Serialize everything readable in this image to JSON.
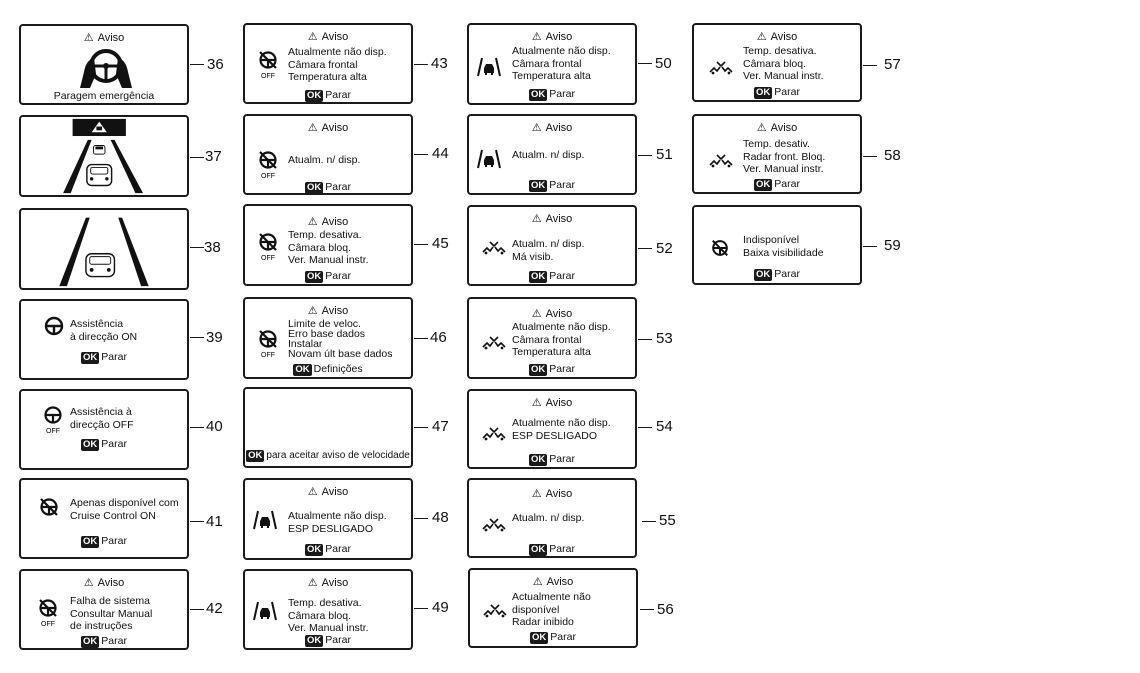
{
  "warning_title": "Aviso",
  "ok_label": "OK",
  "stop_label": "Parar",
  "icons": {
    "off": "OFF"
  },
  "panels": {
    "p36": {
      "num": "36",
      "bottom": "Paragem emergência"
    },
    "p37": {
      "num": "37"
    },
    "p38": {
      "num": "38"
    },
    "p39": {
      "num": "39",
      "lines": [
        "Assistência",
        "à direcção ON"
      ]
    },
    "p40": {
      "num": "40",
      "lines": [
        "Assistência à",
        "direcção OFF"
      ]
    },
    "p41": {
      "num": "41",
      "lines": [
        "Apenas disponível com",
        "Cruise Control ON"
      ]
    },
    "p42": {
      "num": "42",
      "lines": [
        "Falha de sistema",
        "Consultar Manual",
        "de instruções"
      ]
    },
    "p43": {
      "num": "43",
      "lines": [
        "Atualmente não disp.",
        "Câmara frontal",
        "Temperatura alta"
      ]
    },
    "p44": {
      "num": "44",
      "lines": [
        "Atualm. n/ disp."
      ]
    },
    "p45": {
      "num": "45",
      "lines": [
        "Temp. desativa.",
        "Câmara bloq.",
        "Ver. Manual instr."
      ]
    },
    "p46": {
      "num": "46",
      "lines": [
        "Limite de veloc.",
        "Erro base dados",
        "Instalar",
        "Novam últ base dados"
      ],
      "action": "Definições"
    },
    "p47": {
      "num": "47",
      "action": "para aceitar aviso de velocidade"
    },
    "p48": {
      "num": "48",
      "lines": [
        "Atualmente não disp.",
        "ESP DESLIGADO"
      ]
    },
    "p49": {
      "num": "49",
      "lines": [
        "Temp. desativa.",
        "Câmara bloq.",
        "Ver. Manual instr."
      ]
    },
    "p50": {
      "num": "50",
      "lines": [
        "Atualmente não disp.",
        "Câmara frontal",
        "Temperatura alta"
      ]
    },
    "p51": {
      "num": "51",
      "lines": [
        "Atualm. n/ disp."
      ]
    },
    "p52": {
      "num": "52",
      "lines": [
        "Atualm. n/ disp.",
        "Má visib."
      ]
    },
    "p53": {
      "num": "53",
      "lines": [
        "Atualmente não disp.",
        "Câmara frontal",
        "Temperatura alta"
      ]
    },
    "p54": {
      "num": "54",
      "lines": [
        "Atualmente não disp.",
        "ESP DESLIGADO"
      ]
    },
    "p55": {
      "num": "55",
      "lines": [
        "Atualm. n/ disp."
      ]
    },
    "p56": {
      "num": "56",
      "lines": [
        "Actualmente não",
        "disponível",
        "Radar inibido"
      ]
    },
    "p57": {
      "num": "57",
      "lines": [
        "Temp. desativa.",
        "Câmara bloq.",
        "Ver. Manual instr."
      ]
    },
    "p58": {
      "num": "58",
      "lines": [
        "Temp. desativ.",
        "Radar front. Bloq.",
        "Ver. Manual instr."
      ]
    },
    "p59": {
      "num": "59",
      "lines": [
        "Indisponível",
        "Baixa visibilidade"
      ]
    }
  }
}
